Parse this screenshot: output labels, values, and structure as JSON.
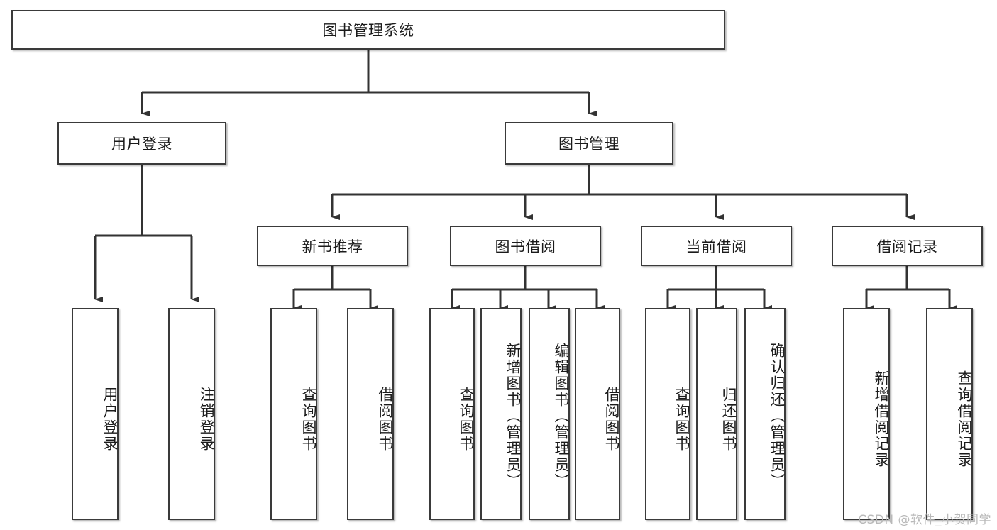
{
  "diagram": {
    "type": "tree-flowchart",
    "title": "图书管理系统",
    "root": {
      "label": "图书管理系统"
    },
    "level1": [
      {
        "label": "用户登录"
      },
      {
        "label": "图书管理"
      }
    ],
    "level2": [
      {
        "label": "新书推荐"
      },
      {
        "label": "图书借阅"
      },
      {
        "label": "当前借阅"
      },
      {
        "label": "借阅记录"
      }
    ],
    "leaves": [
      {
        "label": "用户登录",
        "parent": "用户登录"
      },
      {
        "label": "注销登录",
        "parent": "用户登录"
      },
      {
        "label": "查询图书",
        "parent": "新书推荐"
      },
      {
        "label": "借阅图书",
        "parent": "新书推荐"
      },
      {
        "label": "查询图书",
        "parent": "图书借阅"
      },
      {
        "label": "新增图书（管理员）",
        "parent": "图书借阅"
      },
      {
        "label": "编辑图书（管理员）",
        "parent": "图书借阅"
      },
      {
        "label": "借阅图书",
        "parent": "图书借阅"
      },
      {
        "label": "查询图书",
        "parent": "当前借阅"
      },
      {
        "label": "归还图书",
        "parent": "当前借阅"
      },
      {
        "label": "确认归还（管理员）",
        "parent": "当前借阅"
      },
      {
        "label": "新增借阅记录",
        "parent": "借阅记录"
      },
      {
        "label": "查询借阅记录",
        "parent": "借阅记录"
      }
    ]
  },
  "watermark": {
    "text": "CSDN @软件_小贺同学"
  },
  "colors": {
    "box_border": "#3a3a3a",
    "box_fill": "#ffffff",
    "connector": "#333333",
    "text": "#1b1b1b",
    "watermark": "#b9b9b9",
    "background": "#ffffff"
  }
}
